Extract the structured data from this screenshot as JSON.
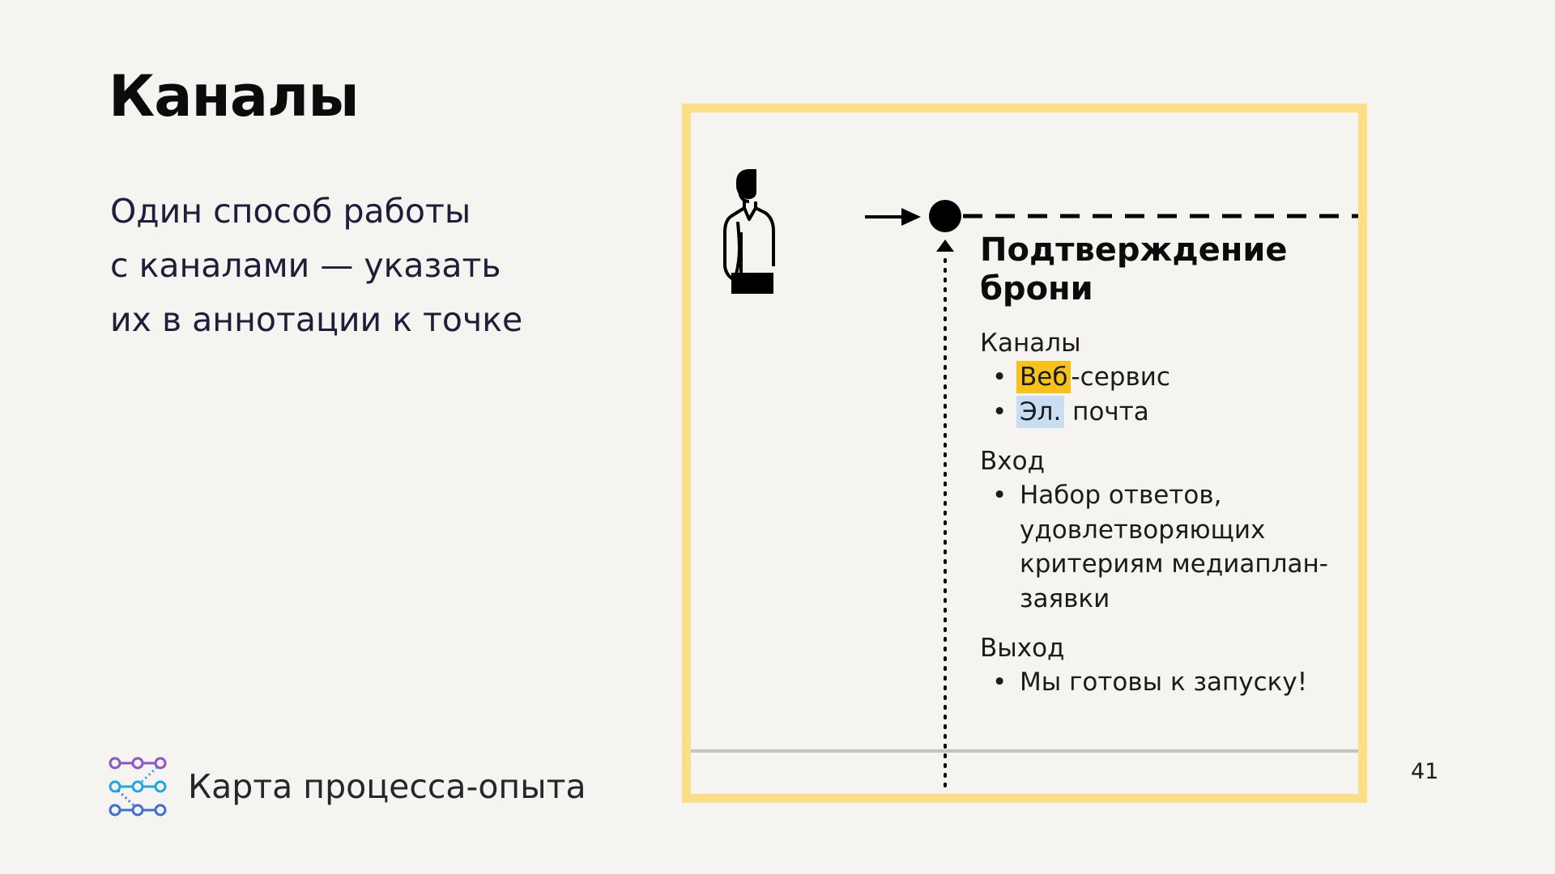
{
  "slide": {
    "title": "Каналы",
    "lead_lines": [
      "Один способ работы",
      "с каналами — указать",
      "их в аннотации к точке"
    ],
    "page_number": "41"
  },
  "diagram": {
    "step_title_lines": [
      "Подтверждение",
      "брони"
    ],
    "channels": {
      "label": "Каналы",
      "items": [
        {
          "highlight": "Веб",
          "rest": "-сервис",
          "highlight_color": "#f8c21b"
        },
        {
          "highlight": "Эл.",
          "rest": " почта",
          "highlight_color": "#c9def3"
        }
      ]
    },
    "input": {
      "label": "Вход",
      "items": [
        "Набор ответов,",
        "удовлетворяющих",
        "критериям медиаплан-",
        "заявки"
      ]
    },
    "output": {
      "label": "Выход",
      "items": [
        "Мы готовы к запуску!"
      ]
    },
    "frame_color": "#fbdf86",
    "icons": [
      "person-icon",
      "arrow-right-icon",
      "touchpoint-dot-icon",
      "arrow-up-icon"
    ]
  },
  "footer": {
    "label": "Карта процесса-опыта",
    "logo_colors": [
      "#8e55c8",
      "#21a7e0",
      "#3f6fd1"
    ]
  }
}
